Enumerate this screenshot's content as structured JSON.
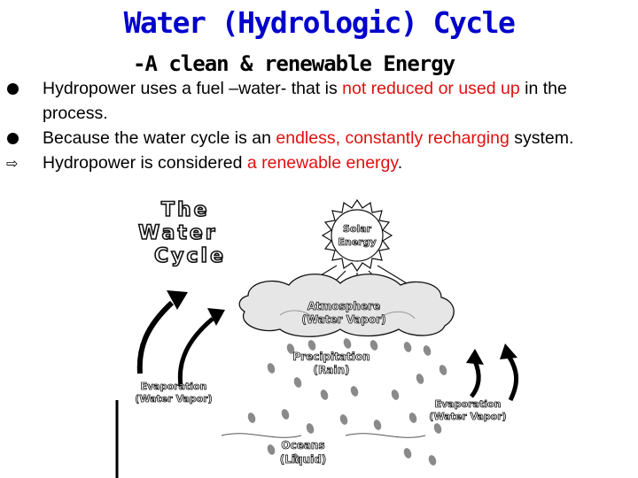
{
  "title": "Water (Hydrologic) Cycle",
  "subtitle": "-A clean & renewable Energy",
  "bullets": [
    {
      "pre": "Hydropower uses a fuel –water- that is ",
      "highlight": "not reduced or used up",
      "post": " in the process."
    },
    {
      "pre": "Because the water cycle is an ",
      "highlight": "endless, constantly recharging",
      "post": " system."
    },
    {
      "pre": "Hydropower is considered ",
      "highlight": "a renewable energy",
      "post": "."
    }
  ],
  "diagram": {
    "heading": [
      "The",
      "Water",
      "Cycle"
    ],
    "sun": [
      "Solar",
      "Energy"
    ],
    "atmosphere": [
      "Atmosphere",
      "(Water Vapor)"
    ],
    "precipitation": [
      "Precipitation",
      "(Rain)"
    ],
    "evaporation_left": [
      "Evaporation",
      "(Water Vapor)"
    ],
    "evaporation_right": [
      "Evaporation",
      "(Water Vapor)"
    ],
    "oceans": [
      "Oceans",
      "(Liquid)"
    ]
  },
  "colors": {
    "title": "#0000cc",
    "highlight": "#e01010"
  }
}
